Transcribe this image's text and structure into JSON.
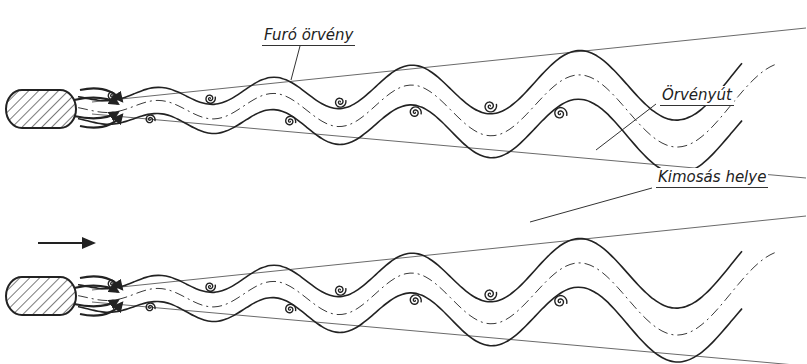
{
  "diagram": {
    "labels": [
      "Furó örvény",
      "Örvényút",
      "Kimosás helye"
    ]
  }
}
